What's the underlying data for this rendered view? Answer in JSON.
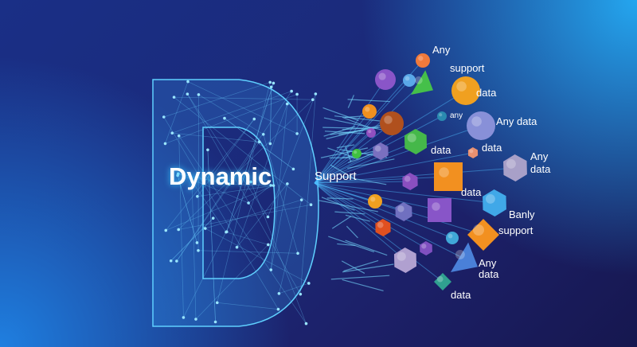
{
  "title": "Dynamic",
  "subtitle": "Support",
  "labels": [
    "Any",
    "support",
    "data",
    "any",
    "Any data",
    "data",
    "data",
    "Any",
    "data",
    "data",
    "Banly",
    "support",
    "Any",
    "data",
    "data"
  ]
}
